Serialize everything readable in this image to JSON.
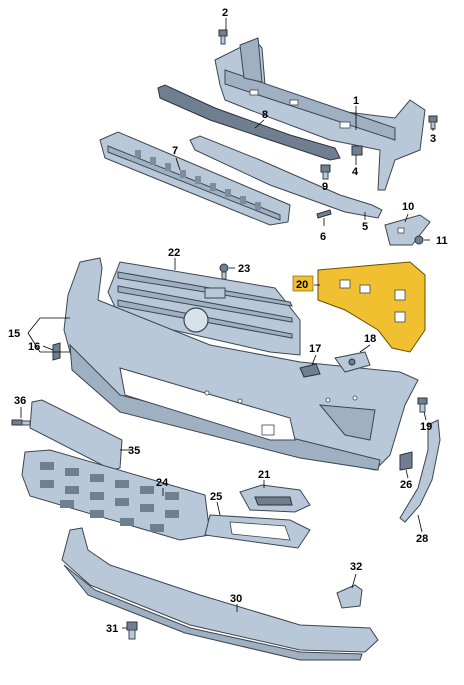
{
  "colors": {
    "part": "#b9c8d8",
    "part_dark": "#9fb0c2",
    "highlight": "#f0c030",
    "highlight_label_bg": "#f0c030"
  },
  "labels": {
    "l1": "1",
    "l2": "2",
    "l3": "3",
    "l4": "4",
    "l5": "5",
    "l6": "6",
    "l7": "7",
    "l8": "8",
    "l9": "9",
    "l10": "10",
    "l11": "11",
    "l15": "15",
    "l16": "16",
    "l17": "17",
    "l18": "18",
    "l19": "19",
    "l20": "20",
    "l21": "21",
    "l22": "22",
    "l23": "23",
    "l24": "24",
    "l25": "25",
    "l26": "26",
    "l28": "28",
    "l30": "30",
    "l31": "31",
    "l32": "32",
    "l35": "35",
    "l36": "36"
  },
  "highlighted_part": "20"
}
